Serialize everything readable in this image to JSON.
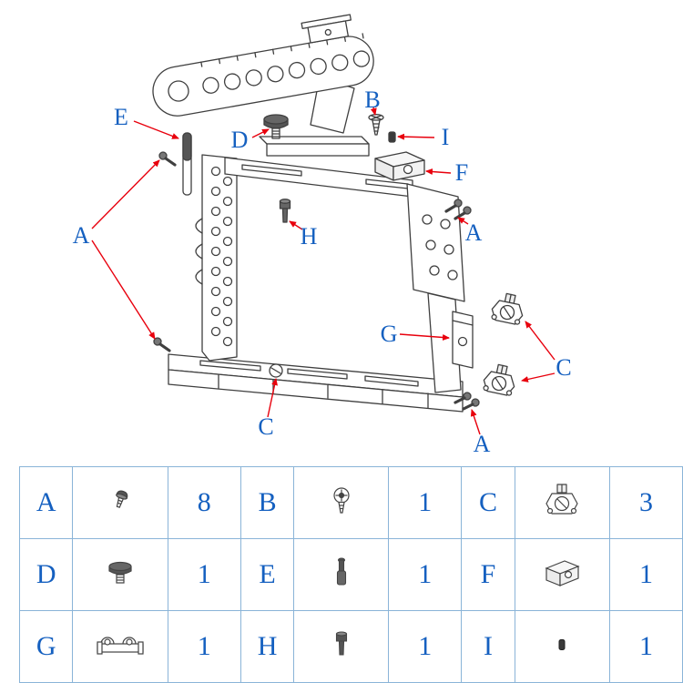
{
  "colors": {
    "label_blue": "#1560c0",
    "leader_red": "#e8000d",
    "line_gray": "#3f3f3f",
    "table_border": "#8ab4d8"
  },
  "diagram": {
    "labels": {
      "e": "E",
      "b": "B",
      "i": "I",
      "d": "D",
      "f": "F",
      "h": "H",
      "a_left": "A",
      "a_right": "A",
      "a_bottom": "A",
      "g": "G",
      "c_right": "C",
      "c_bottom": "C"
    }
  },
  "table": {
    "rows": [
      {
        "cells": [
          {
            "letter": "A",
            "icon": "pan-head-screw-icon",
            "qty": "8"
          },
          {
            "letter": "B",
            "icon": "phillips-screw-icon",
            "qty": "1"
          },
          {
            "letter": "C",
            "icon": "rod-clamp-icon",
            "qty": "3"
          }
        ]
      },
      {
        "cells": [
          {
            "letter": "D",
            "icon": "thumb-knob-icon",
            "qty": "1"
          },
          {
            "letter": "E",
            "icon": "knurled-pin-icon",
            "qty": "1"
          },
          {
            "letter": "F",
            "icon": "shoe-block-icon",
            "qty": "1"
          }
        ]
      },
      {
        "cells": [
          {
            "letter": "G",
            "icon": "rail-bracket-icon",
            "qty": "1"
          },
          {
            "letter": "H",
            "icon": "socket-screw-icon",
            "qty": "1"
          },
          {
            "letter": "I",
            "icon": "plug-icon",
            "qty": "1"
          }
        ]
      }
    ]
  }
}
